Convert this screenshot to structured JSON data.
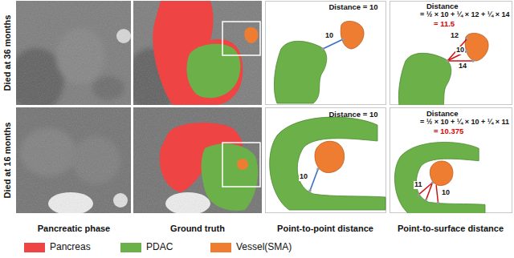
{
  "diagram": {
    "labels": [
      "Died at 36 months",
      "Distance = 10",
      "10",
      "Distance",
      "= ½ × 10 + ¼ × 12 + ¼ × 14",
      "= 11.5",
      "12",
      "10",
      "14",
      "Died at 16 months",
      "Distance = 10",
      "10",
      "Distance",
      "= ½ × 10 + ¼ × 10 + ¼ × 11",
      "= 10.375",
      "11",
      "10",
      "Pancreatic phase",
      "Ground truth",
      "Point-to-point distance",
      "Point-to-surface distance"
    ],
    "legend": [
      {
        "text": "Pancreas",
        "color": "#ee4444"
      },
      {
        "text": "PDAC",
        "color": "#6cb04a"
      },
      {
        "text": "Vessel(SMA)",
        "color": "#ee7d31"
      }
    ]
  }
}
